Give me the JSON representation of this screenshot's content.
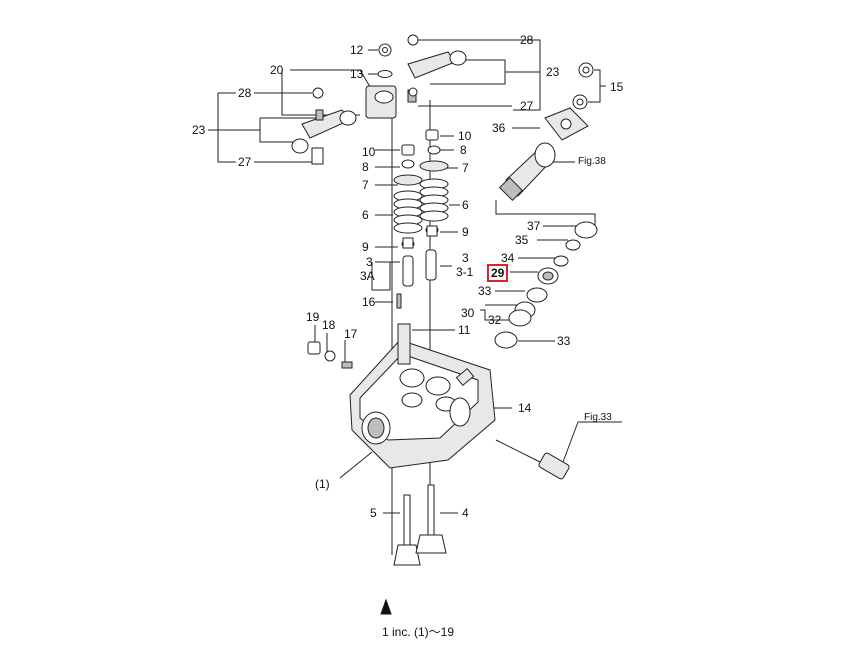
{
  "callouts": {
    "c28a": "28",
    "c12": "12",
    "c13": "13",
    "c20": "20",
    "c23a": "23",
    "c15": "15",
    "c28b": "28",
    "c23b": "23",
    "c27a": "27",
    "c27b": "27",
    "c36": "36",
    "c10a": "10",
    "c10b": "10",
    "c8a": "8",
    "c8b": "8",
    "c7a": "7",
    "c7b": "7",
    "c6a": "6",
    "c6b": "6",
    "c9a": "9",
    "c9b": "9",
    "c3a": "3",
    "c3A": "3A",
    "c3b": "3",
    "c31": "3-1",
    "c16": "16",
    "c11": "11",
    "c37": "37",
    "c35": "35",
    "c34": "34",
    "c29": "29",
    "c33a": "33",
    "c30": "30",
    "c32": "32",
    "c33b": "33",
    "c19": "19",
    "c18": "18",
    "c17": "17",
    "c14": "14",
    "c1": "(1)",
    "c5": "5",
    "c4": "4"
  },
  "figure_refs": {
    "fig38": "Fig.38",
    "fig33": "Fig.33"
  },
  "highlighted_part": "29",
  "highlight_color": "#e0202a",
  "footnote": "1 inc. (1)～19",
  "footnote_icon": "triangle-marker-icon"
}
